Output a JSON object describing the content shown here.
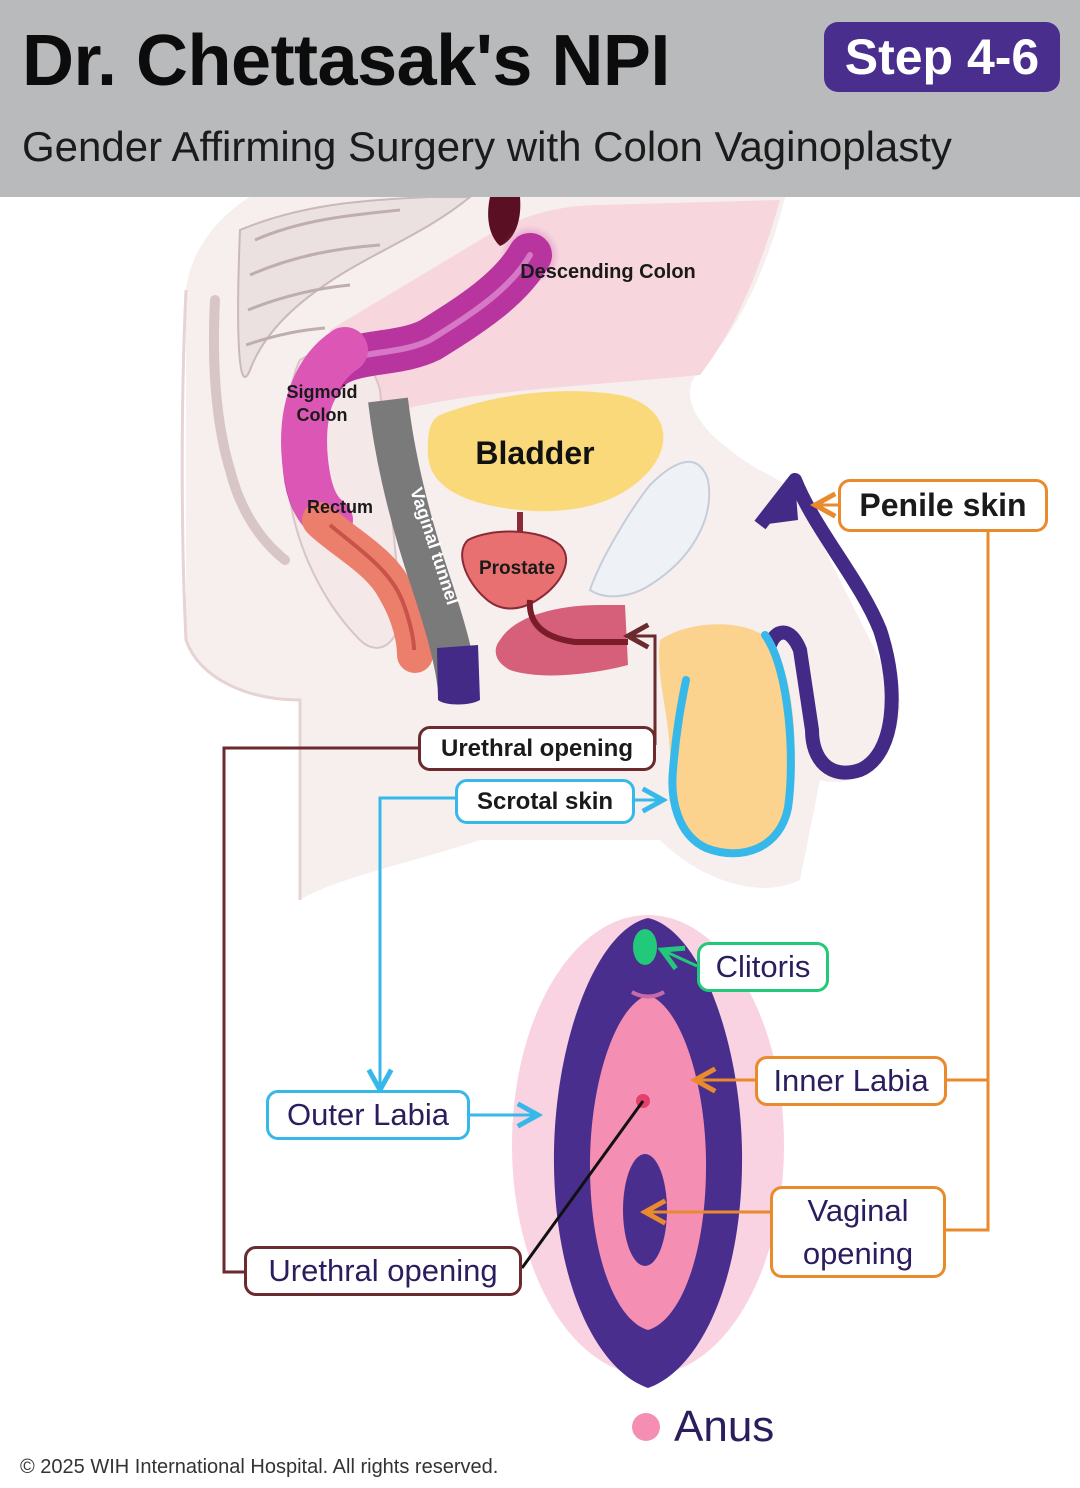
{
  "header": {
    "title": "Dr. Chettasak's NPI",
    "step_badge": "Step 4-6",
    "subtitle": "Gender Affirming Surgery with Colon Vaginoplasty"
  },
  "anatomy_labels": {
    "descending_colon": "Descending Colon",
    "sigmoid_colon_line1": "Sigmoid",
    "sigmoid_colon_line2": "Colon",
    "rectum": "Rectum",
    "bladder": "Bladder",
    "vaginal_tunnel": "Vaginal tunnel",
    "prostate": "Prostate"
  },
  "callouts": {
    "penile_skin": "Penile skin",
    "urethral_opening_top": "Urethral opening",
    "scrotal_skin": "Scrotal skin",
    "clitoris": "Clitoris",
    "inner_labia": "Inner Labia",
    "outer_labia": "Outer Labia",
    "vaginal_opening_line1": "Vaginal",
    "vaginal_opening_line2": "opening",
    "urethral_opening_bottom": "Urethral opening"
  },
  "legend": {
    "anus": "Anus"
  },
  "colors": {
    "header_bg": "#b9babc",
    "badge_bg": "#4a2e8e",
    "penile_skin": "#e98a2c",
    "scrotal_skin": "#37b8ea",
    "urethral": "#6b2a2e",
    "clitoris": "#22c97a",
    "vaginal_lining": "#4a2e8e",
    "outer_pink": "#f9d3e1",
    "inner_pink": "#f48fb3"
  },
  "footer": {
    "copyright": "© 2025 WIH International Hospital. All rights reserved."
  }
}
